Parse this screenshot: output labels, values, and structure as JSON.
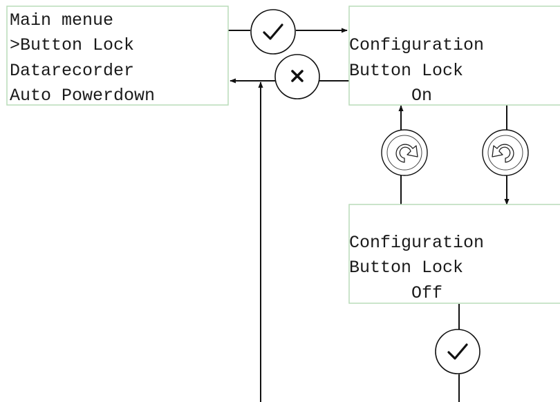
{
  "screens": {
    "main_menu": {
      "lines": [
        "Main menue",
        ">Button Lock",
        "Datarecorder",
        "Auto Powerdown"
      ]
    },
    "config_on": {
      "lines": [
        "Configuration",
        "Button Lock",
        "On"
      ]
    },
    "config_off": {
      "lines": [
        "Configuration",
        "Button Lock",
        "Off"
      ]
    }
  },
  "icons": {
    "confirm": "checkmark-icon",
    "cancel": "cross-icon",
    "rotate_left": "rotate-left-icon",
    "rotate_right": "rotate-right-icon"
  },
  "colors": {
    "box_border": "#b9dcb9",
    "lines": "#111111"
  }
}
